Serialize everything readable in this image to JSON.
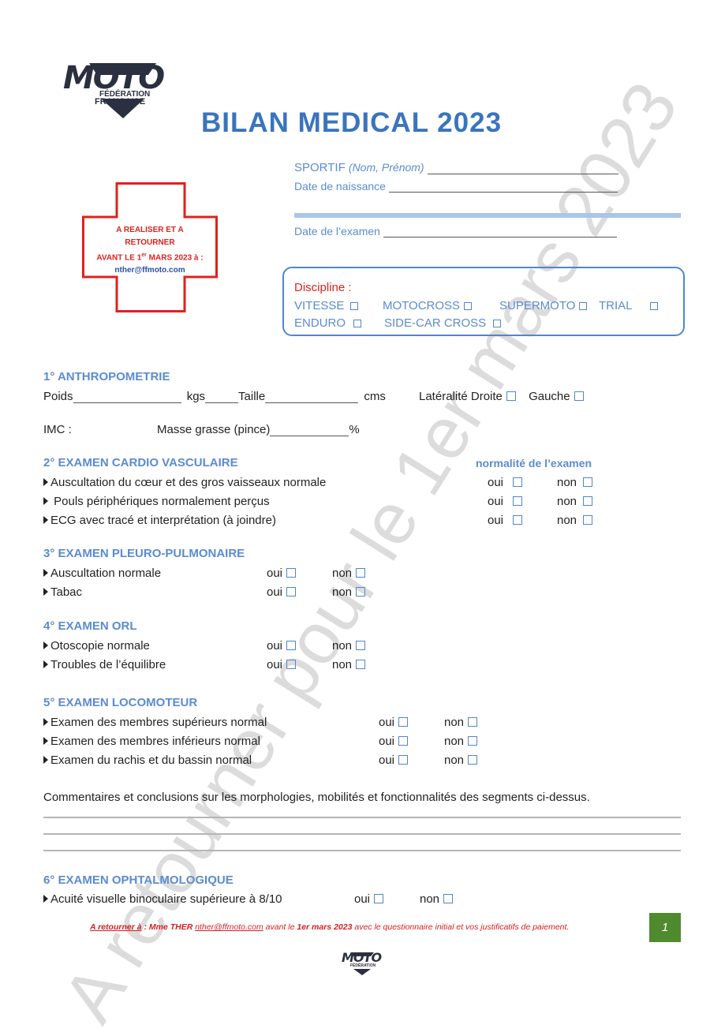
{
  "header": {
    "logo_text": "MOTO",
    "logo_sub1": "FÉDÉRATION",
    "logo_sub2": "FRANÇAISE",
    "title": "BILAN MEDICAL 2023"
  },
  "identity": {
    "sportif_label": "SPORTIF",
    "sportif_hint": "(Nom, Prénom)",
    "birth_label": "Date de naissance",
    "exam_date_label": "Date de l’examen"
  },
  "cross": {
    "line1": "A REALISER ET A",
    "line2": "RETOURNER",
    "line3a": "AVANT LE 1",
    "line3sup": "er",
    "line3b": " MARS 2023 à :",
    "email": "nther@ffmoto.com"
  },
  "discipline": {
    "label": "Discipline :",
    "options": [
      "VITESSE",
      "MOTOCROSS",
      "SUPERMOTO",
      "TRIAL",
      "ENDURO",
      "SIDE-CAR CROSS"
    ]
  },
  "watermark": "A retourner pour le 1er mars 2023",
  "s1": {
    "title": "1° ANTHROPOMETRIE",
    "poids": "Poids",
    "kgs": "kgs",
    "taille": "Taille",
    "cms": "cms",
    "lateralite": "Latéralité Droite",
    "gauche": "Gauche",
    "imc": "IMC :",
    "masse": "Masse grasse (pince)",
    "pct": "%"
  },
  "s2": {
    "title": "2° EXAMEN CARDIO VASCULAIRE",
    "normalite": "normalité de l’examen",
    "items": [
      "Auscultation du cœur et des gros vaisseaux normale",
      " Pouls périphériques normalement perçus",
      "ECG avec tracé et interprétation (à joindre)"
    ]
  },
  "s3": {
    "title": "3° EXAMEN PLEURO-PULMONAIRE",
    "items": [
      "Auscultation normale",
      "Tabac"
    ]
  },
  "s4": {
    "title": "4° EXAMEN ORL",
    "items": [
      "Otoscopie normale",
      "Troubles de l’équilibre"
    ]
  },
  "s5": {
    "title": "5° EXAMEN LOCOMOTEUR",
    "items": [
      "Examen des membres supérieurs normal",
      "Examen des membres inférieurs normal",
      "Examen du rachis et du bassin normal"
    ]
  },
  "comments": "Commentaires et conclusions sur les morphologies, mobilités et fonctionnalités des segments ci-dessus.",
  "s6": {
    "title": "6° EXAMEN OPHTALMOLOGIQUE",
    "items": [
      "Acuité visuelle binoculaire supérieure à 8/10"
    ]
  },
  "oui": "oui",
  "non": "non",
  "footer": {
    "retour": "A retourner à",
    "sep": " : Mme THER ",
    "email": "nther@ffmoto.com",
    "avant": " avant le ",
    "date": "1er mars 2023",
    "rest": " avec le questionnaire initial et vos justificatifs de paiement.",
    "page": "1"
  },
  "colors": {
    "accent": "#5b8bd0",
    "title": "#3a74bd",
    "cross_red": "#e0211d",
    "page_badge": "#4f8a2f",
    "footer_red": "#d42020"
  }
}
